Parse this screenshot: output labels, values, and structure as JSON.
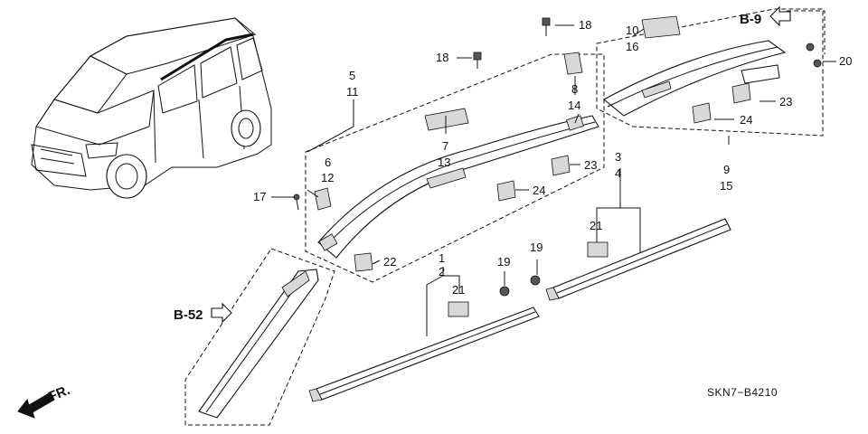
{
  "refs": {
    "b9": "B-9",
    "b52": "B-52",
    "front": "FR."
  },
  "diagram_code": "SKN7−B4210",
  "callouts": {
    "c1": "1",
    "c2": "2",
    "c3": "3",
    "c4": "4",
    "c5": "5",
    "c6": "6",
    "c7": "7",
    "c8": "8",
    "c9": "9",
    "c10": "10",
    "c11": "11",
    "c12": "12",
    "c13": "13",
    "c14": "14",
    "c15": "15",
    "c16": "16",
    "c17": "17",
    "c18a": "18",
    "c18b": "18",
    "c19a": "19",
    "c19b": "19",
    "c20": "20",
    "c21a": "21",
    "c21b": "21",
    "c22": "22",
    "c23a": "23",
    "c23b": "23",
    "c24a": "24",
    "c24b": "24"
  },
  "colors": {
    "ink": "#111111",
    "paper": "#ffffff"
  }
}
